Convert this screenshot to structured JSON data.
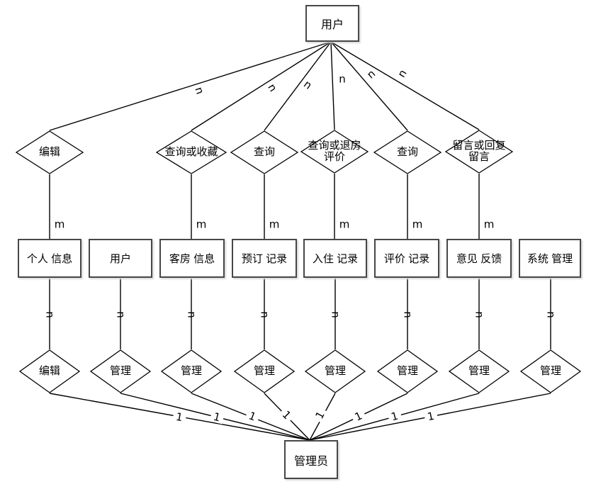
{
  "diagram": {
    "type": "entity-relationship",
    "nodes": {
      "user": {
        "label": "用户"
      },
      "admin": {
        "label": "管理员"
      },
      "entities": [
        {
          "label": "个人 信息"
        },
        {
          "label": "用户"
        },
        {
          "label": "客房 信息"
        },
        {
          "label": "预订 记录"
        },
        {
          "label": "入住 记录"
        },
        {
          "label": "评价 记录"
        },
        {
          "label": "意见 反馈"
        },
        {
          "label": "系统 管理"
        }
      ],
      "upper_relationships": [
        {
          "label": "编辑"
        },
        {
          "label": "查询或收藏"
        },
        {
          "label": "查询"
        },
        {
          "label": "查询或退房 评价"
        },
        {
          "label": "查询"
        },
        {
          "label": "留言或回复 留言"
        }
      ],
      "lower_relationships": [
        {
          "label": "编辑"
        },
        {
          "label": "管理"
        },
        {
          "label": "管理"
        },
        {
          "label": "管理"
        },
        {
          "label": "管理"
        },
        {
          "label": "管理"
        },
        {
          "label": "管理"
        },
        {
          "label": "管理"
        }
      ]
    },
    "cardinalities": {
      "user_to_relationship": "n",
      "relationship_to_entity": "m",
      "entity_to_relationship": "n",
      "relationship_to_admin": "1"
    },
    "colors": {
      "line": "#000000",
      "node_fill": "#ffffff",
      "node_border": "#474747",
      "text": "#000000"
    }
  }
}
